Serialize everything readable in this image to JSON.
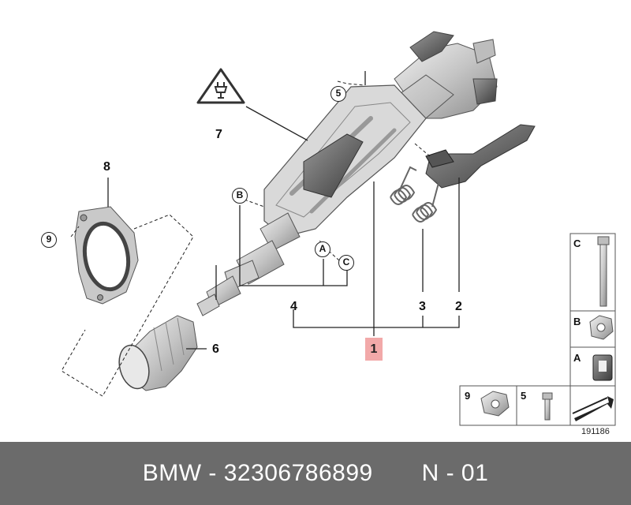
{
  "diagram": {
    "callouts": {
      "c1": "1",
      "c2": "2",
      "c3": "3",
      "c4": "4",
      "c5": "5",
      "c6": "6",
      "c7": "7",
      "c8": "8",
      "c9": "9",
      "cA": "A",
      "cB": "B",
      "cC": "C"
    },
    "parts_legend": {
      "C": "C",
      "B": "B",
      "A": "A",
      "n9": "9",
      "n5": "5"
    },
    "image_number": "191186",
    "colors": {
      "highlight": "#f2a9a9",
      "footer_bg": "#6b6b6b",
      "footer_text": "#ffffff"
    }
  },
  "footer": {
    "text": "BMW - 32306786899       N - 01"
  }
}
